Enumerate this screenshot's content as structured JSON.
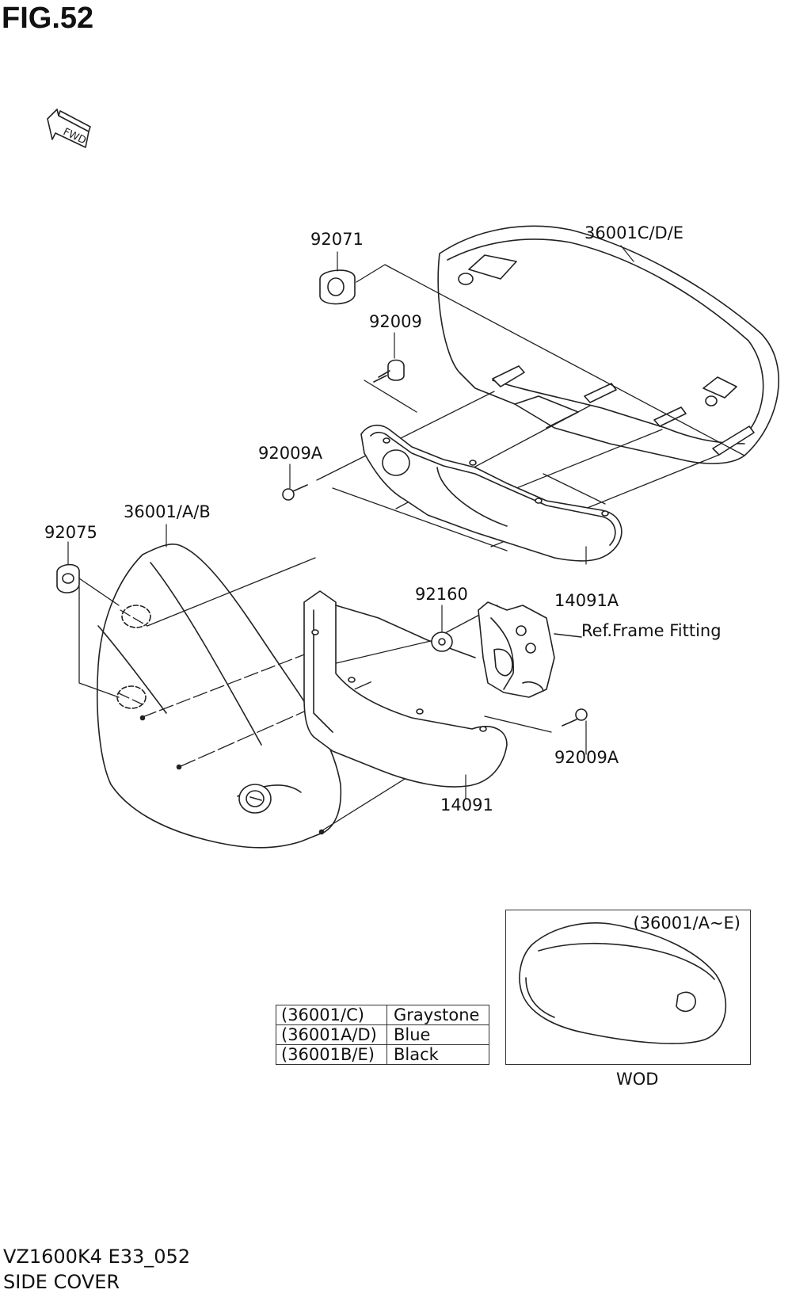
{
  "figure": {
    "title": "FIG.52",
    "fwd_label": "FWD"
  },
  "callouts": {
    "p92071": "92071",
    "p36001cde": "36001C/D/E",
    "p92009": "92009",
    "p92009a_top": "92009A",
    "p36001ab": "36001/A/B",
    "p92075": "92075",
    "p92160": "92160",
    "p14091a": "14091A",
    "ref_frame": "Ref.Frame Fitting",
    "p92009a_bottom": "92009A",
    "p14091": "14091"
  },
  "color_table": [
    {
      "code": "(36001/C)",
      "color": "Graystone"
    },
    {
      "code": "(36001A/D)",
      "color": "Blue"
    },
    {
      "code": "(36001B/E)",
      "color": "Black"
    }
  ],
  "inset": {
    "label": "(36001/A~E)",
    "caption": "WOD"
  },
  "footer": {
    "model": "VZ1600K4 E33_052",
    "section": "SIDE COVER"
  }
}
